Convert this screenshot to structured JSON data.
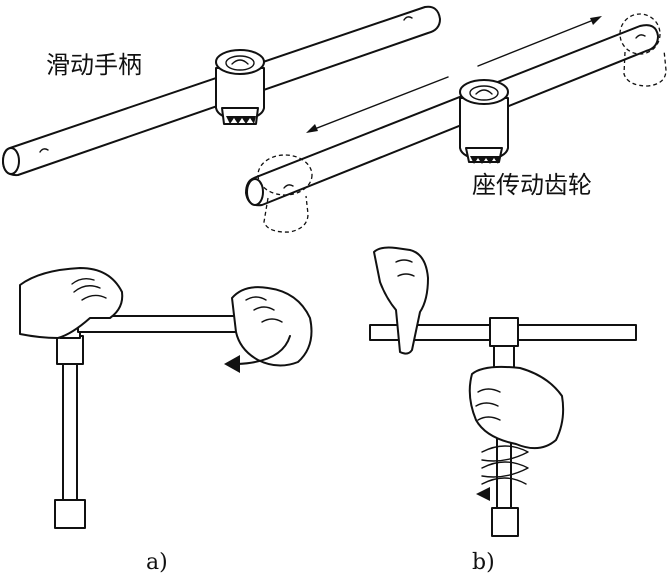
{
  "labels": {
    "sliding_handle": "滑动手柄",
    "gear": "座传动齿轮",
    "fig_a": "a)",
    "fig_b": "b)"
  }
}
